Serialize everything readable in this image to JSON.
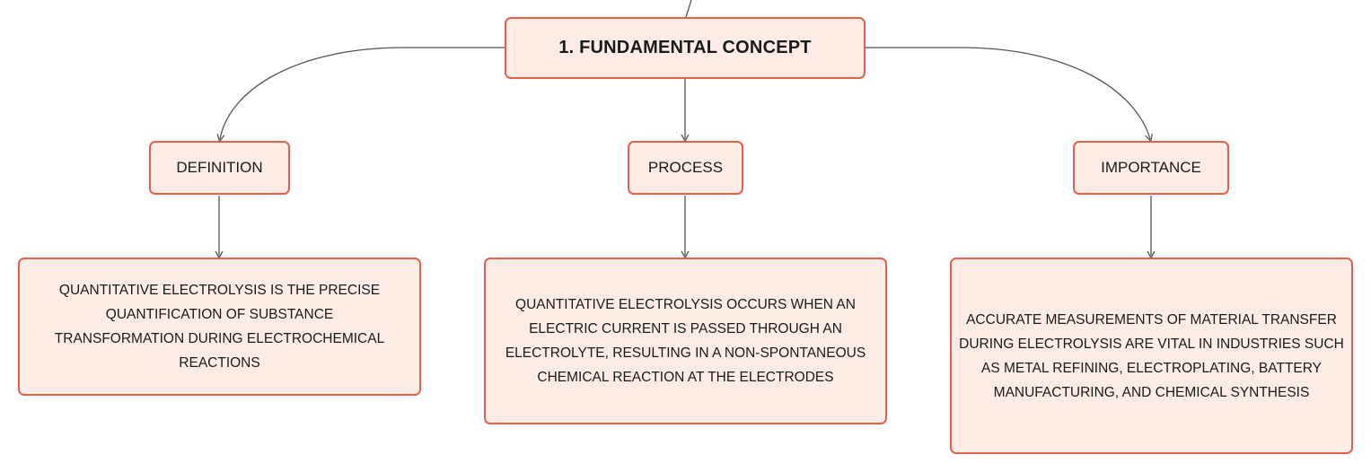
{
  "colors": {
    "node_fill": "#fdece6",
    "node_border": "#e8604c",
    "connector": "#555555"
  },
  "root": {
    "label": "1. FUNDAMENTAL CONCEPT"
  },
  "branches": [
    {
      "label": "DEFINITION",
      "detail": "QUANTITATIVE ELECTROLYSIS IS THE PRECISE QUANTIFICATION OF SUBSTANCE TRANSFORMATION DURING ELECTROCHEMICAL REACTIONS"
    },
    {
      "label": "PROCESS",
      "detail": "QUANTITATIVE ELECTROLYSIS OCCURS WHEN AN ELECTRIC CURRENT IS PASSED THROUGH AN ELECTROLYTE, RESULTING IN A NON-SPONTANEOUS CHEMICAL REACTION AT THE ELECTRODES"
    },
    {
      "label": "IMPORTANCE",
      "detail": "ACCURATE MEASUREMENTS OF MATERIAL TRANSFER DURING ELECTROLYSIS ARE VITAL IN INDUSTRIES SUCH AS METAL REFINING, ELECTROPLATING, BATTERY MANUFACTURING, AND CHEMICAL SYNTHESIS"
    }
  ]
}
